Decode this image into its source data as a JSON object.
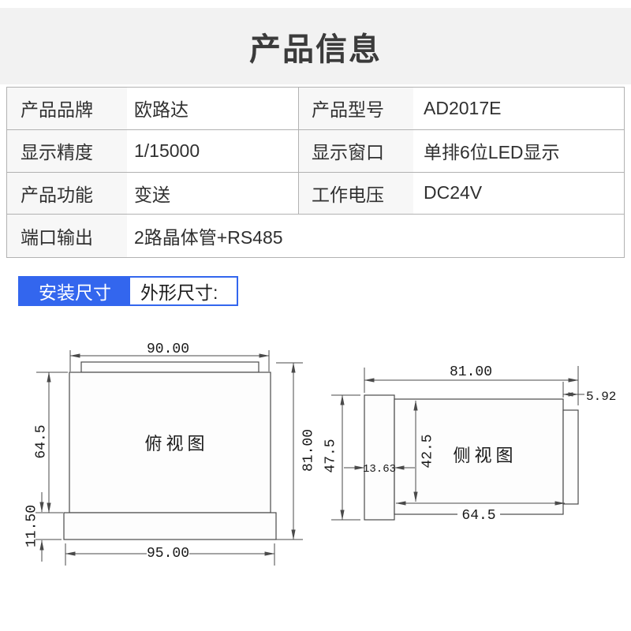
{
  "header": {
    "title": "产品信息"
  },
  "spec_table": {
    "rows": [
      {
        "label1": "产品品牌",
        "value1": "欧路达",
        "label2": "产品型号",
        "value2": "AD2017E"
      },
      {
        "label1": "显示精度",
        "value1": "1/15000",
        "label2": "显示窗口",
        "value2": "单排6位LED显示"
      },
      {
        "label1": "产品功能",
        "value1": "变送",
        "label2": "工作电压",
        "value2": "DC24V"
      },
      {
        "label1": "端口输出",
        "value1": "2路晶体管+RS485"
      }
    ]
  },
  "section": {
    "badge_label": "安装尺寸",
    "subtitle": "外形尺寸:"
  },
  "drawings": {
    "top_view": {
      "label": "俯视图",
      "dims": {
        "width_top": "90.00",
        "height_body": "64.5",
        "height_base": "11.50",
        "height_total": "81.00",
        "width_base": "95.00"
      }
    },
    "side_view": {
      "label": "侧视图",
      "dims": {
        "width_total": "81.00",
        "depth_notch": "5.92",
        "height_total": "47.5",
        "width_panel": "13.63",
        "height_body": "42.5",
        "width_body": "64.5"
      }
    }
  },
  "colors": {
    "accent_blue": "#3366ee",
    "header_bg": "#f2f2f2",
    "table_border": "#b2b2b2",
    "label_cell_bg": "#f7f7f7",
    "drawing_line": "#4a4a4a"
  }
}
